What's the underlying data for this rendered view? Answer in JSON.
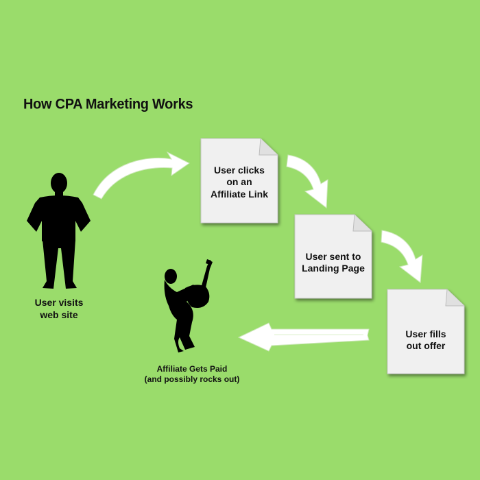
{
  "title": "How CPA Marketing Works",
  "colors": {
    "background": "#9adc6b",
    "document_fill": "#f0f0f0",
    "arrow_fill": "#ffffff",
    "silhouette": "#000000"
  },
  "steps": [
    {
      "label": "User visits\nweb site",
      "icon": "standing-man-silhouette"
    },
    {
      "label": "User clicks\non an\nAffiliate Link",
      "icon": "document-icon"
    },
    {
      "label": "User sent to\nLanding Page",
      "icon": "document-icon"
    },
    {
      "label": "User fills\nout offer",
      "icon": "document-icon"
    },
    {
      "label": "Affiliate Gets Paid\n(and possibly rocks out)",
      "icon": "guitarist-silhouette"
    }
  ]
}
